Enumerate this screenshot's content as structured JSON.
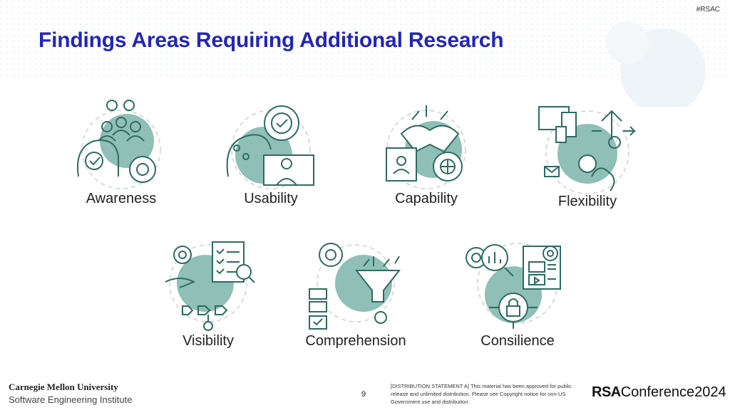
{
  "header": {
    "tag": "#RSAC",
    "title": "Findings Areas Requiring Additional Research"
  },
  "colors": {
    "title": "#2226b8",
    "teal": "#8fbfb6",
    "icon_stroke": "#2e6b62"
  },
  "items": [
    {
      "label": "Awareness",
      "icon": "awareness-icon"
    },
    {
      "label": "Usability",
      "icon": "usability-icon"
    },
    {
      "label": "Capability",
      "icon": "capability-icon"
    },
    {
      "label": "Flexibility",
      "icon": "flexibility-icon"
    },
    {
      "label": "Visibility",
      "icon": "visibility-icon"
    },
    {
      "label": "Comprehension",
      "icon": "comprehension-icon"
    },
    {
      "label": "Consilience",
      "icon": "consilience-icon"
    }
  ],
  "footer": {
    "org_line1": "Carnegie Mellon University",
    "org_line2": "Software Engineering Institute",
    "page_number": "9",
    "distribution": "[DISTRIBUTION STATEMENT A] This material has been approved for public release and unlimited distribution.  Please see Copyright notice for non-US Government use and distribution.",
    "brand_bold": "RSA",
    "brand_rest": "Conference",
    "brand_year": "2024"
  }
}
